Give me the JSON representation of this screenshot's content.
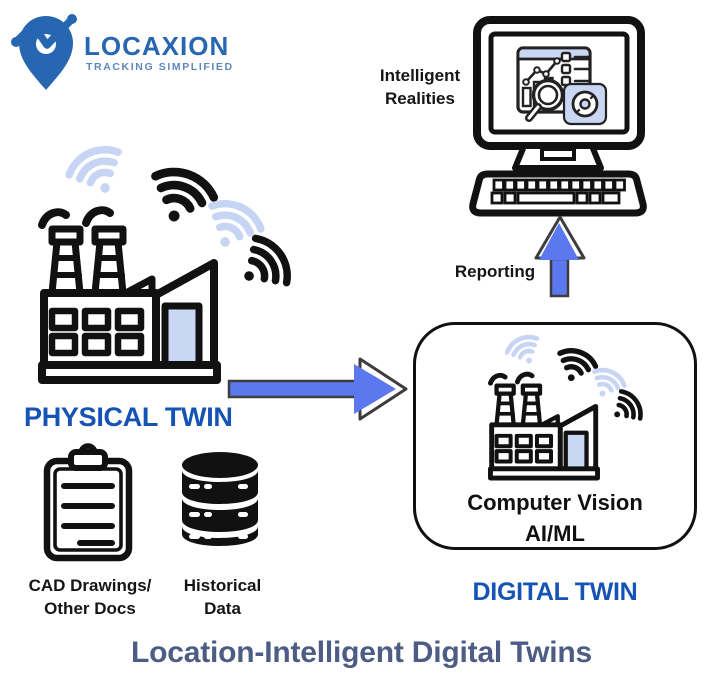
{
  "logo": {
    "brand": "LOCAXION",
    "tagline": "TRACKING SIMPLIFIED"
  },
  "labels": {
    "intelligent_realities_line1": "Intelligent",
    "intelligent_realities_line2": "Realities",
    "reporting": "Reporting",
    "physical_twin": "PHYSICAL TWIN",
    "digital_twin": "DIGITAL TWIN",
    "computer_vision_line1": "Computer Vision",
    "computer_vision_line2": "AI/ML",
    "cad_line1": "CAD Drawings/",
    "cad_line2": "Other Docs",
    "historical_line1": "Historical",
    "historical_line2": "Data",
    "title": "Location-Intelligent Digital Twins"
  },
  "icons": {
    "logo_pin": "location-pin-with-trend-line",
    "monitor": "desktop-computer-analytics-dashboard",
    "keyboard": "keyboard",
    "factory_physical": "smart-factory-with-wifi-signals",
    "factory_digital": "smart-factory-with-wifi-signals",
    "clipboard": "clipboard-document",
    "database": "database-cylinder",
    "arrow_right": "right-arrow",
    "arrow_up": "up-arrow"
  },
  "colors": {
    "heading_blue": "#1553b4",
    "title_slate": "#4d5c85",
    "arrow_blue": "#5b78ee",
    "light_blue": "#c9d7f5",
    "logo_blue": "#2767b1",
    "logo_tagline_blue": "#5e87c0",
    "ink": "#111111"
  }
}
